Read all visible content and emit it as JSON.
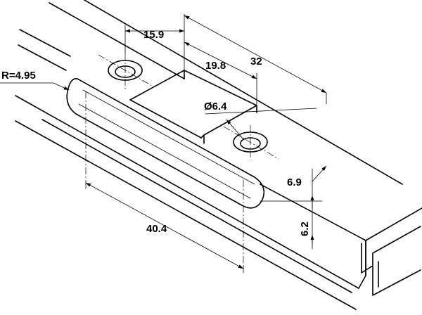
{
  "drawing": {
    "dimensions": {
      "top_offset": "15.9",
      "slot_width": "19.8",
      "overall_length": "32",
      "hole_diameter": "Ø6.4",
      "radius": "R=4.95",
      "slot_length": "40.4",
      "side_offset": "6.9",
      "slot_height": "6.2"
    }
  }
}
